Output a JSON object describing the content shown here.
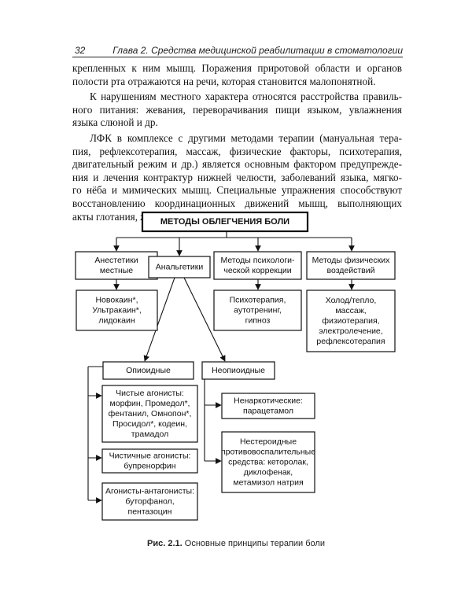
{
  "header": {
    "page_number": "32",
    "title": "Глава 2. Средства медицинской реабилитации в стоматологии"
  },
  "paragraphs": [
    {
      "lines": [
        "крепленных к ним мышц. Поражения приротовой области и органов",
        "полости рта отражаются на речи, которая становится малопонятной."
      ]
    },
    {
      "lines": [
        "К нарушениям местного характера относятся расстройства правиль-",
        "ного питания: жевания, переворачивания пищи языком, увлажнения",
        "языка слюной и др."
      ]
    },
    {
      "lines": [
        "ЛФК в комплексе с другими методами терапии (мануальная тера-",
        "пия, рефлексотерапия, массаж, физические факторы, психотерапия,",
        "двигательный режим и др.) является основным фактором предупрежде-",
        "ния и лечения контрактур нижней челюсти, заболеваний языка, мягко-",
        "го нёба и мимических мышц. Специальные упражнения способствуют",
        "восстановлению координационных движений мышц, выполняющих",
        "акты глотания, жевания и речи."
      ]
    }
  ],
  "diagram": {
    "root": "МЕТОДЫ ОБЛЕГЧЕНИЯ БОЛИ",
    "local_anesthetics": [
      "Анестетики",
      "местные"
    ],
    "local_list": [
      "Новокаин*,",
      "Ультракаин*,",
      "лидокаин"
    ],
    "analgesics": [
      "Анальгетики"
    ],
    "psych": [
      "Методы психологи-",
      "ческой коррекции"
    ],
    "psych_list": [
      "Психотерапия,",
      "аутотренинг,",
      "гипноз"
    ],
    "physical": [
      "Методы физических",
      "воздействий"
    ],
    "physical_list": [
      "Холод/тепло,",
      "массаж,",
      "физиотерапия,",
      "электролечение,",
      "рефлексотерапия"
    ],
    "opioid": [
      "Опиоидные"
    ],
    "nonopioid": [
      "Неопиоидные"
    ],
    "pure_agonists": [
      "Чистые агонисты:",
      "морфин, Промедол*,",
      "фентанил, Омнопон*,",
      "Просидол*, кодеин,",
      "трамадол"
    ],
    "partial_agonists": [
      "Чистичные агонисты:",
      "бупренорфин"
    ],
    "agonist_antagonists": [
      "Агонисты-антагонисты:",
      "буторфанол,",
      "пентазоцин"
    ],
    "non_narcotic": [
      "Ненаркотические:",
      "парацетамол"
    ],
    "nsaid": [
      "Нестероидные",
      "противовоспалительные",
      "средства: кеторолак,",
      "диклофенак,",
      "метамизол натрия"
    ]
  },
  "caption": {
    "label": "Рис. 2.1.",
    "text": "Основные принципы терапии боли"
  }
}
